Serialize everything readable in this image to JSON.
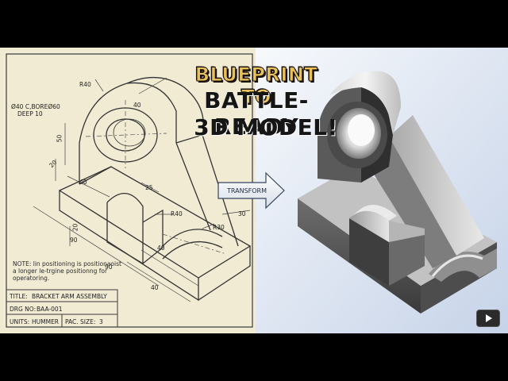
{
  "headline": {
    "line1": "BLUEPRINT TO",
    "line2": "BATTLE-READY",
    "line3": "3D MODEL!"
  },
  "arrow_label": "TRANSFORM",
  "drawing": {
    "callout": "Ø40  C,BOREØ60",
    "callout_depth": "DEEP  10",
    "dimensions": {
      "r40_top": "R40",
      "d40_top": "40",
      "d50": "50",
      "d20": "20",
      "d40_left": "40",
      "d25": "25",
      "r40_mid": "R40",
      "d30": "30",
      "r30": "R30",
      "d20_low": "20",
      "d90_left": "90",
      "d40_mid": "40",
      "d90_bot": "90",
      "d40_bot": "40"
    },
    "note": "NOTE: lin positioning is positionaoist a longer le-trgine positionng for operatoring.",
    "title_block": {
      "title_label": "TITLE:",
      "title_value": "BRACKET ARM ASSEMBLY",
      "drg_label": "DRG NO:",
      "drg_value": "BAA-001",
      "units_label": "UNITS:",
      "units_value": "HUMMER",
      "pac_label": "PAC. SIZE:",
      "pac_value": "3"
    }
  },
  "colors": {
    "paper": "#f1ebd4",
    "line": "#3a3a3a",
    "headline_gold": "#e8c15a",
    "render_bg_light": "#f4f7fb",
    "render_bg_blue": "#c9d6ea"
  },
  "icons": [
    "play-icon"
  ]
}
